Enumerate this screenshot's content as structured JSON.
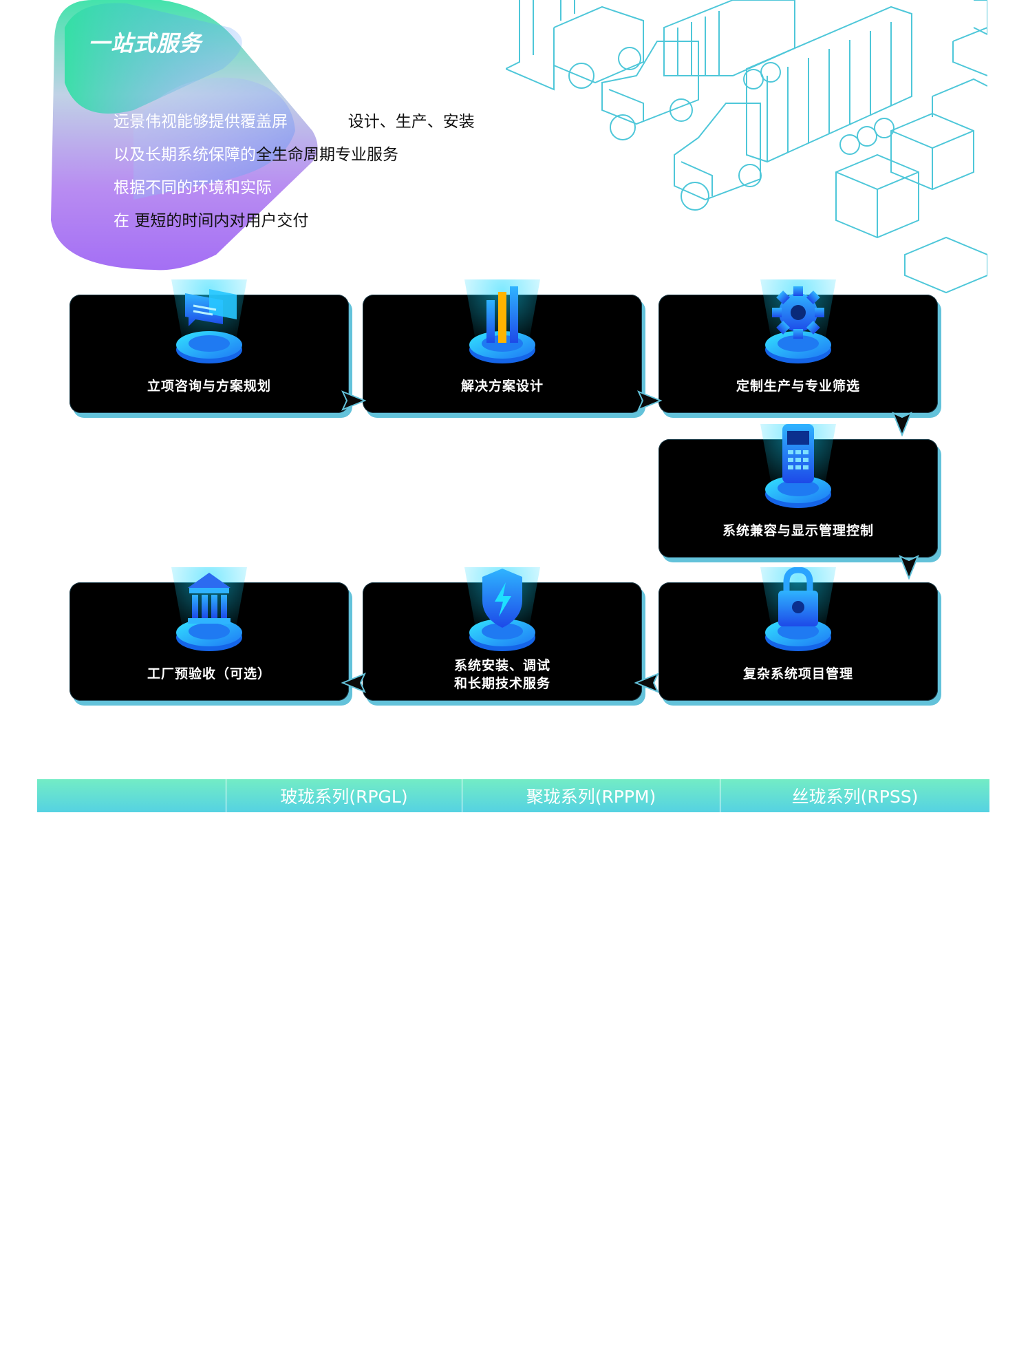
{
  "hero": {
    "title": "一站式服务",
    "lines": [
      {
        "on_shape": "远景伟视能够提供覆盖屏",
        "rest": "设计、生产、安装",
        "gap": "            "
      },
      {
        "on_shape": "以及长期系统保障的",
        "rest": "全生命周期专业服务",
        "gap": ""
      },
      {
        "on_shape": "根据不同的环境和实际",
        "rest": "",
        "gap": ""
      },
      {
        "on_shape": "在",
        "rest": "更短的时间内对用户交付",
        "gap": " "
      }
    ]
  },
  "process": {
    "steps": [
      {
        "label_1": "立项咨询与方案规划",
        "label_2": "",
        "icon": "chat-bubbles-icon"
      },
      {
        "label_1": "解决方案设计",
        "label_2": "",
        "icon": "bar-chart-icon"
      },
      {
        "label_1": "定制生产与专业筛选",
        "label_2": "",
        "icon": "gear-icon"
      },
      {
        "label_1": "系统兼容与显示管理控制",
        "label_2": "",
        "icon": "phone-icon"
      },
      {
        "label_1": "复杂系统项目管理",
        "label_2": "",
        "icon": "lock-icon"
      },
      {
        "label_1": "系统安装、调试",
        "label_2": "和长期技术服务",
        "icon": "shield-lightning-icon"
      },
      {
        "label_1": "工厂预验收（可选）",
        "label_2": "",
        "icon": "bank-building-icon"
      }
    ]
  },
  "table": {
    "columns": [
      "",
      "玻珑系列(RPGL)",
      "聚珑系列(RPPM)",
      "丝珑系列(RPSS)"
    ]
  },
  "colors": {
    "accent_cyan": "#18c8ff",
    "accent_blue": "#1f6cf5",
    "card_shadow": "#63c2da",
    "table_gradient_top": "#73ecc5",
    "table_gradient_bottom": "#55d2e2"
  }
}
